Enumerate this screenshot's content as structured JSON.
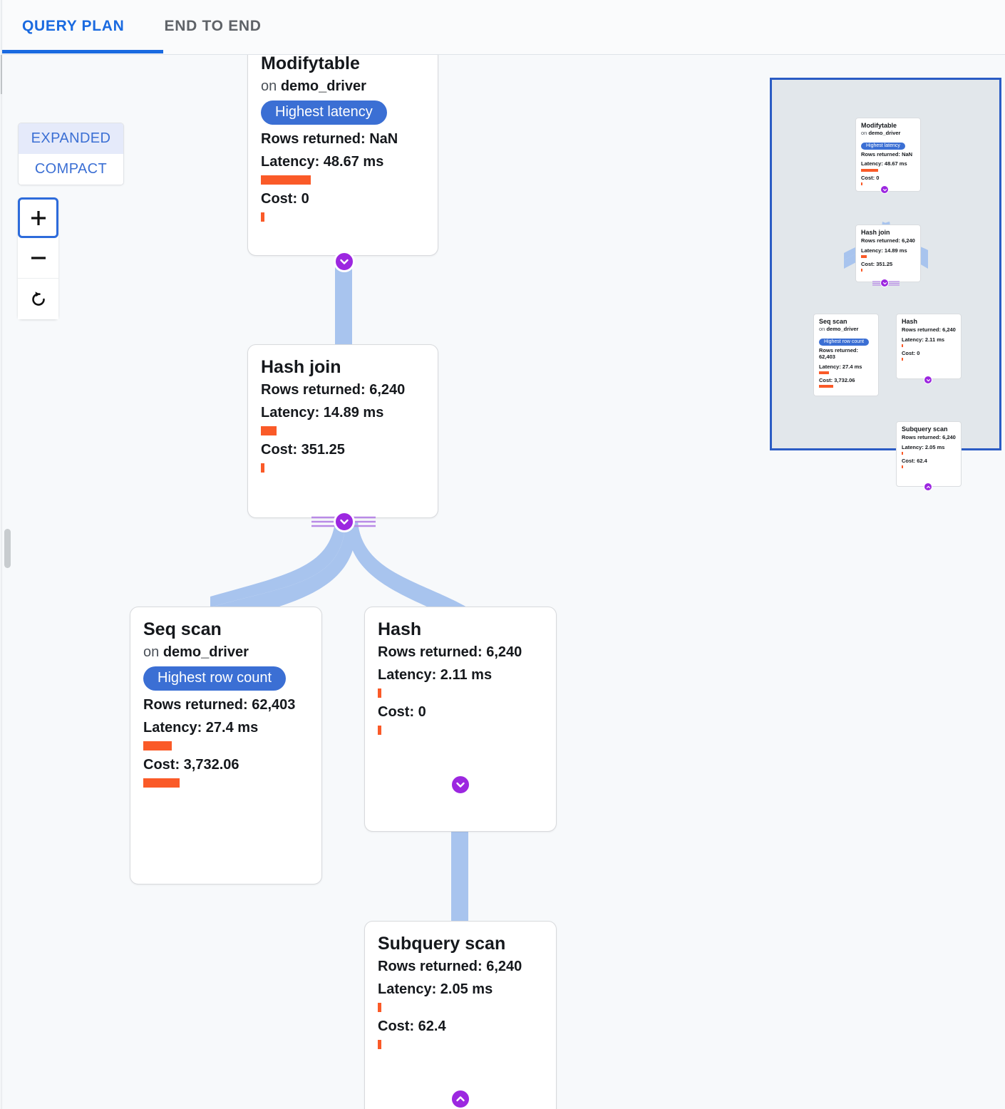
{
  "tabs": [
    {
      "label": "QUERY PLAN",
      "active": true
    },
    {
      "label": "END TO END",
      "active": false
    }
  ],
  "controls": {
    "mode": {
      "expanded_label": "EXPANDED",
      "compact_label": "COMPACT",
      "selected": "EXPANDED"
    },
    "zoom": {
      "zoom_in_label": "+",
      "zoom_out_label": "−",
      "reset_label": "reset-icon"
    }
  },
  "colors": {
    "accent_blue": "#1a6ae0",
    "badge_blue": "#3b6fd4",
    "bar_orange": "#fa5a28",
    "edge_blue": "#a8c4ee",
    "chevron_purple": "#9c27e0",
    "minimap_bg": "#e2e7eb",
    "minimap_border": "#2b5cc4",
    "canvas_bg": "#f7f9fb"
  },
  "labels": {
    "on_prefix": "on",
    "rows_prefix": "Rows returned:",
    "latency_prefix": "Latency:",
    "cost_prefix": "Cost:"
  },
  "nodes": [
    {
      "id": "modifytable",
      "title": "Modifytable",
      "relation_prefix": "on",
      "relation": "demo_driver",
      "badge": "Highest latency",
      "rows": "Rows returned: NaN",
      "latency": "Latency: 48.67 ms",
      "latency_bar_pct": 100,
      "cost": "Cost: 0",
      "cost_bar_pct": 2
    },
    {
      "id": "hash-join",
      "title": "Hash join",
      "relation": null,
      "badge": null,
      "rows": "Rows returned: 6,240",
      "latency": "Latency: 14.89 ms",
      "latency_bar_pct": 31,
      "cost": "Cost: 351.25",
      "cost_bar_pct": 2
    },
    {
      "id": "seq-scan",
      "title": "Seq scan",
      "relation_prefix": "on",
      "relation": "demo_driver",
      "badge": "Highest row count",
      "rows": "Rows returned: 62,403",
      "latency": "Latency: 27.4 ms",
      "latency_bar_pct": 57,
      "cost": "Cost: 3,732.06",
      "cost_bar_pct": 100
    },
    {
      "id": "hash",
      "title": "Hash",
      "relation": null,
      "badge": null,
      "rows": "Rows returned: 6,240",
      "latency": "Latency: 2.11 ms",
      "latency_bar_pct": 4,
      "cost": "Cost: 0",
      "cost_bar_pct": 2
    },
    {
      "id": "subquery-scan",
      "title": "Subquery scan",
      "relation": null,
      "badge": null,
      "rows": "Rows returned: 6,240",
      "latency": "Latency: 2.05 ms",
      "latency_bar_pct": 4,
      "cost": "Cost: 62.4",
      "cost_bar_pct": 2
    }
  ],
  "chart_data": {
    "type": "diagram",
    "title": "Query plan tree",
    "edges": [
      {
        "from": "modifytable",
        "to": "hash-join"
      },
      {
        "from": "hash-join",
        "to": "seq-scan"
      },
      {
        "from": "hash-join",
        "to": "hash"
      },
      {
        "from": "hash",
        "to": "subquery-scan"
      }
    ],
    "metrics": [
      {
        "node": "modifytable",
        "rows_returned": null,
        "latency_ms": 48.67,
        "cost": 0
      },
      {
        "node": "hash-join",
        "rows_returned": 6240,
        "latency_ms": 14.89,
        "cost": 351.25
      },
      {
        "node": "seq-scan",
        "rows_returned": 62403,
        "latency_ms": 27.4,
        "cost": 3732.06
      },
      {
        "node": "hash",
        "rows_returned": 6240,
        "latency_ms": 2.11,
        "cost": 0
      },
      {
        "node": "subquery-scan",
        "rows_returned": 6240,
        "latency_ms": 2.05,
        "cost": 62.4
      }
    ]
  },
  "minimap": {
    "title": "minimap"
  }
}
